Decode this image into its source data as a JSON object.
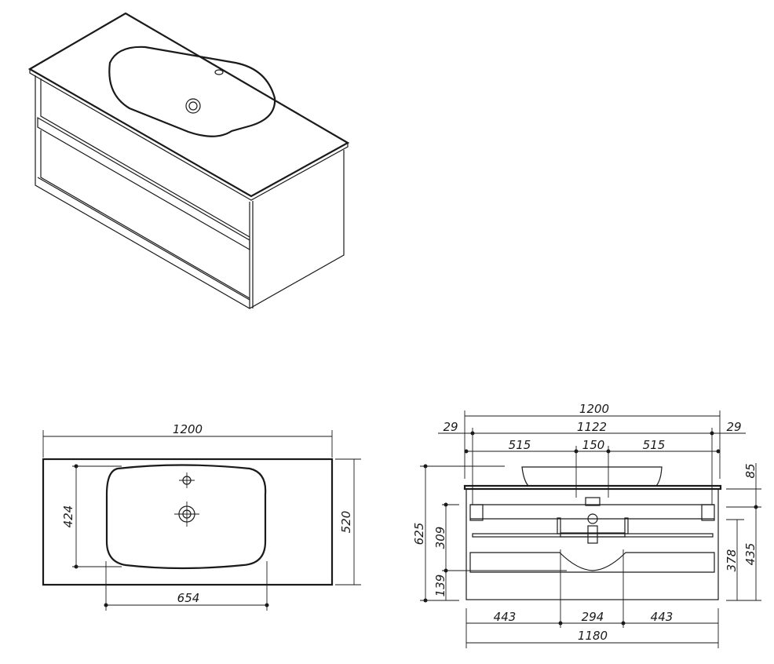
{
  "top_view": {
    "width_label": "1200",
    "depth_label": "520",
    "basin_depth_label": "424",
    "basin_width_label": "654"
  },
  "front_view": {
    "overall_width_label": "1200",
    "left_overhang_label": "29",
    "inner_width_label": "1122",
    "right_overhang_label": "29",
    "left_offset_label": "515",
    "tap_spacing_label": "150",
    "right_offset_label": "515",
    "total_height_label": "625",
    "upper_height_label": "309",
    "lower_height_label": "139",
    "basin_height_label": "85",
    "cabinet_height_label": "435",
    "mount_height_label": "378",
    "bottom_left_label": "443",
    "cutout_width_label": "294",
    "bottom_right_label": "443",
    "cabinet_width_label": "1180"
  }
}
